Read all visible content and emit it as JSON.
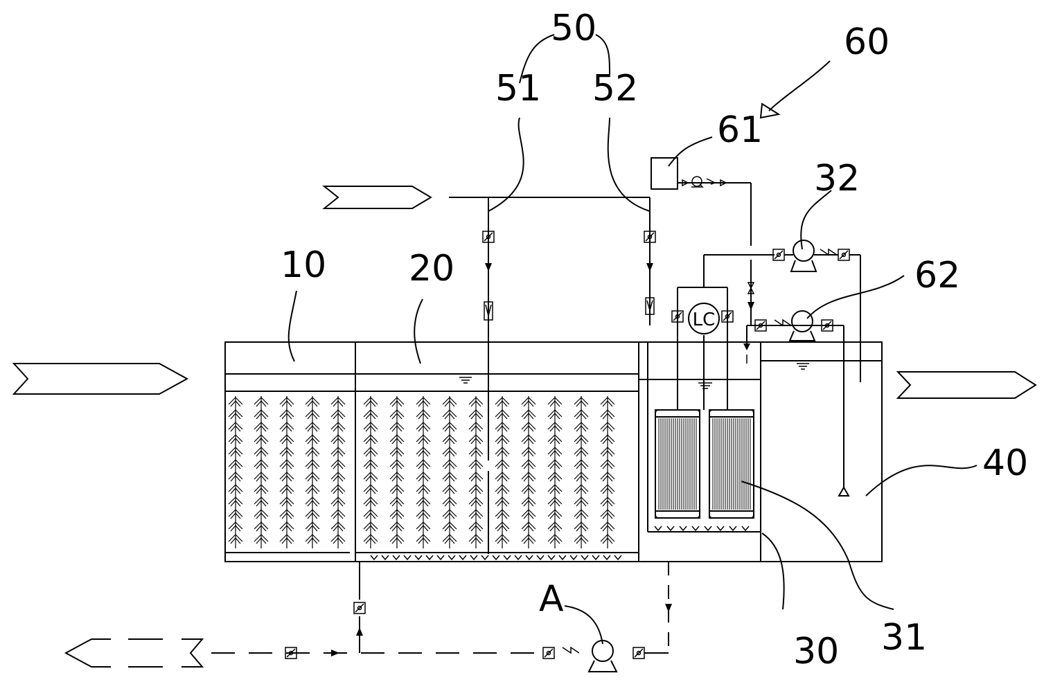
{
  "labels": {
    "l10": "10",
    "l20": "20",
    "l30": "30",
    "l31": "31",
    "l32": "32",
    "l40": "40",
    "l50": "50",
    "l51": "51",
    "l52": "52",
    "l60": "60",
    "l61": "61",
    "l62": "62",
    "lA": "A"
  },
  "instrument": {
    "level_controller": "LC"
  },
  "colors": {
    "line": "#000000",
    "background": "#ffffff"
  }
}
